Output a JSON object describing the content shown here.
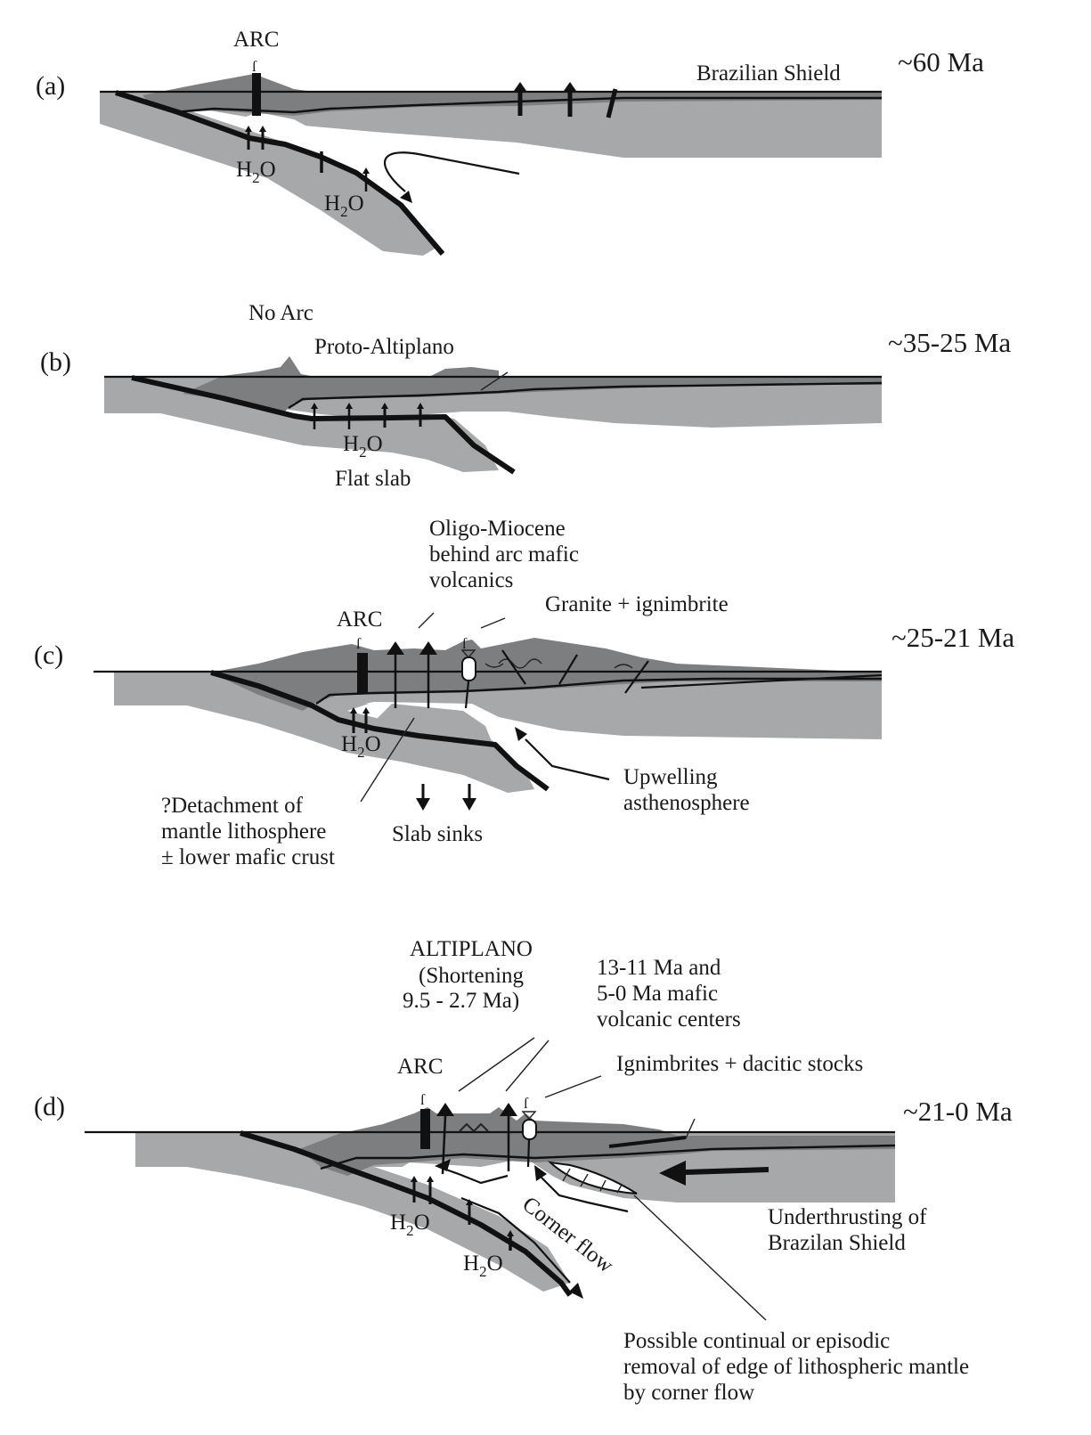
{
  "figure": {
    "panels": [
      {
        "id": "a",
        "label": "(a)",
        "age": "~60 Ma",
        "annotations": {
          "arc": "ARC",
          "shield": "Brazilian Shield",
          "water1": "H",
          "water1_sub": "2",
          "water1_o": "O",
          "water2": "H",
          "water2_sub": "2",
          "water2_o": "O"
        }
      },
      {
        "id": "b",
        "label": "(b)",
        "age": "~35-25 Ma",
        "annotations": {
          "no_arc": "No Arc",
          "proto_altiplano": "Proto-Altiplano",
          "water": "H",
          "water_sub": "2",
          "water_o": "O",
          "flat_slab": "Flat slab"
        }
      },
      {
        "id": "c",
        "label": "(c)",
        "age": "~25-21 Ma",
        "annotations": {
          "arc": "ARC",
          "oligo_line1": "Oligo-Miocene",
          "oligo_line2": "behind arc mafic",
          "oligo_line3": "volcanics",
          "granite": "Granite + ignimbrite",
          "water": "H",
          "water_sub": "2",
          "water_o": "O",
          "upwelling_line1": "Upwelling",
          "upwelling_line2": "asthenosphere",
          "detach_line1": "?Detachment of",
          "detach_line2": "mantle lithosphere",
          "detach_line3": "± lower mafic crust",
          "slab_sinks": "Slab sinks"
        }
      },
      {
        "id": "d",
        "label": "(d)",
        "age": "~21-0 Ma",
        "annotations": {
          "altiplano_line1": "ALTIPLANO",
          "altiplano_line2": "(Shortening",
          "altiplano_line3": "9.5 - 2.7 Ma)",
          "centers_line1": "13-11 Ma and",
          "centers_line2": "5-0 Ma mafic",
          "centers_line3": "volcanic centers",
          "arc": "ARC",
          "ignimbrites": "Ignimbrites + dacitic stocks",
          "water1": "H",
          "water1_sub": "2",
          "water1_o": "O",
          "water2": "H",
          "water2_sub": "2",
          "water2_o": "O",
          "corner_flow": "Corner flow",
          "underthrust_line1": "Underthrusting of",
          "underthrust_line2": "Brazilan Shield",
          "removal_line1": "Possible continual or episodic",
          "removal_line2": "removal of edge of lithospheric mantle",
          "removal_line3": "by corner flow"
        }
      }
    ],
    "colors": {
      "mantle_lithosphere": "#a7a8aa",
      "crust": "#7d7e80",
      "lines": "#111111",
      "background": "#ffffff"
    }
  }
}
